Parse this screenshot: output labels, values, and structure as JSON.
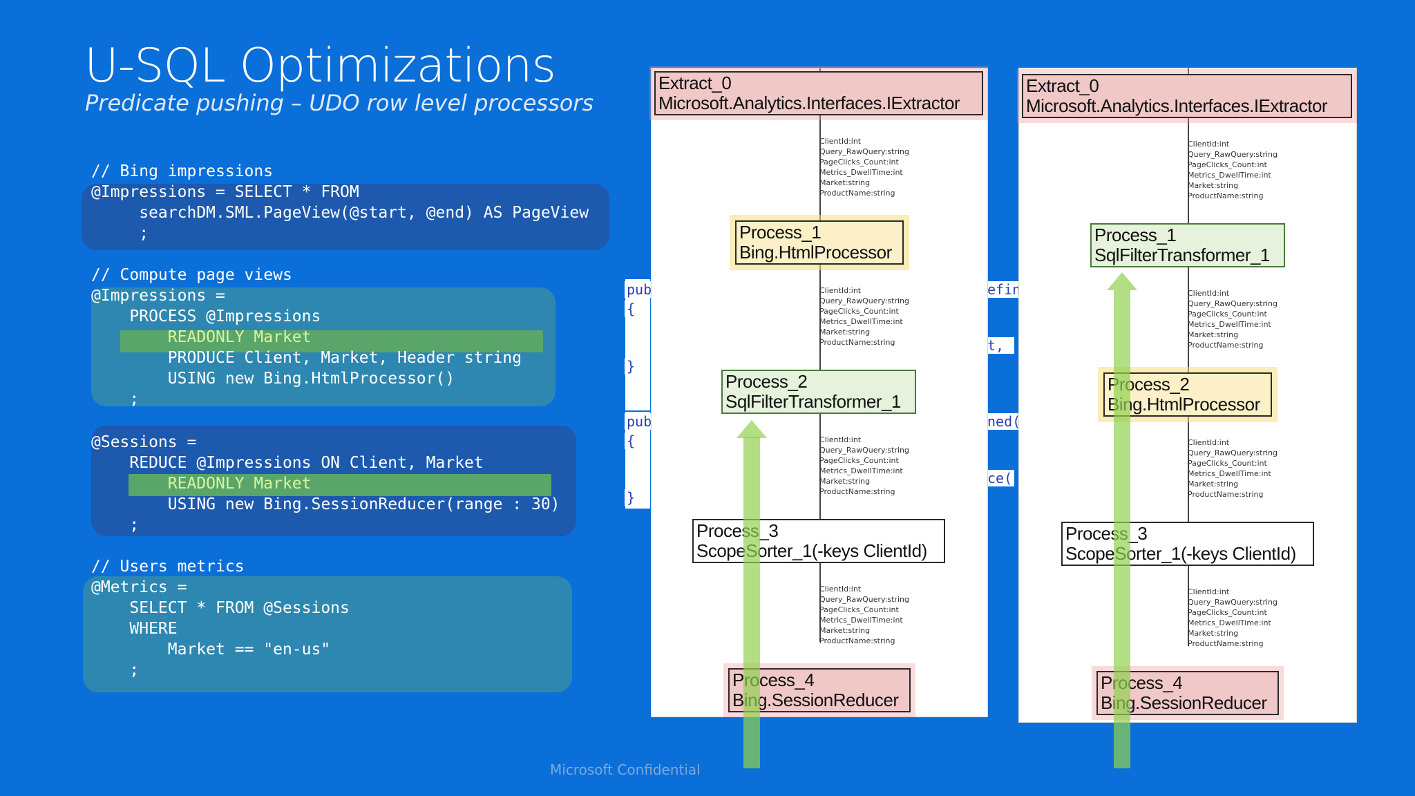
{
  "slide": {
    "title": "U-SQL Optimizations",
    "subtitle": "Predicate pushing – UDO row level processors",
    "footer": "Microsoft Confidential"
  },
  "code": {
    "b1": [
      "// Bing impressions",
      "@Impressions = SELECT * FROM",
      "     searchDM.SML.PageView(@start, @end) AS PageView",
      "     ;"
    ],
    "b2": [
      "// Compute page views",
      "@Impressions =",
      "    PROCESS @Impressions",
      "        READONLY Market",
      "        PRODUCE Client, Market, Header string",
      "        USING new Bing.HtmlProcessor()",
      "    ;"
    ],
    "b3": [
      "@Sessions =",
      "    REDUCE @Impressions ON Client, Market",
      "        READONLY Market",
      "        USING new Bing.SessionReducer(range : 30)",
      "    ;"
    ],
    "b4": [
      "// Users metrics",
      "@Metrics =",
      "    SELECT * FROM @Sessions",
      "    WHERE",
      "        Market == \"en-us\"",
      "    ;"
    ]
  },
  "fragments": {
    "left": [
      "pub",
      "{",
      "}",
      "pub",
      "{",
      "}"
    ],
    "middle": [
      "efin",
      "t, ",
      "ned(",
      "ce("
    ]
  },
  "schema_lines": [
    "ClientId:int",
    "Query_RawQuery:string",
    "PageClicks_Count:int",
    "Metrics_DwellTime:int",
    "Market:string",
    "ProductName:string"
  ],
  "diagram_left": {
    "nodes": [
      {
        "line1": "Extract_0",
        "line2": "Microsoft.Analytics.Interfaces.IExtractor",
        "style": "red"
      },
      {
        "line1": "Process_1",
        "line2": "Bing.HtmlProcessor",
        "style": "yellow"
      },
      {
        "line1": "Process_2",
        "line2": "SqlFilterTransformer_1",
        "style": "green"
      },
      {
        "line1": "Process_3",
        "line2": "ScopeSorter_1(-keys ClientId)",
        "style": "white"
      },
      {
        "line1": "Process_4",
        "line2": "Bing.SessionReducer",
        "style": "red"
      }
    ]
  },
  "diagram_right": {
    "nodes": [
      {
        "line1": "Extract_0",
        "line2": "Microsoft.Analytics.Interfaces.IExtractor",
        "style": "red"
      },
      {
        "line1": "Process_1",
        "line2": "SqlFilterTransformer_1",
        "style": "green"
      },
      {
        "line1": "Process_2",
        "line2": "Bing.HtmlProcessor",
        "style": "yellow"
      },
      {
        "line1": "Process_3",
        "line2": "ScopeSorter_1(-keys ClientId)",
        "style": "white"
      },
      {
        "line1": "Process_4",
        "line2": "Bing.SessionReducer",
        "style": "red"
      }
    ]
  },
  "colors": {
    "background": "#0a6fd8",
    "arrow": "#92d050",
    "highlight": "#5aa56a"
  }
}
